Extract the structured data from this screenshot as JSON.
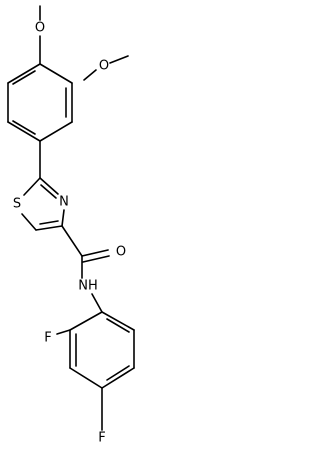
{
  "molecule": {
    "atom_labels": {
      "o_methoxy_top": "O",
      "o_methoxy_right": "O",
      "s_thiazole": "S",
      "n_thiazole": "N",
      "o_carbonyl": "O",
      "nh_amide": "NH",
      "f_ortho": "F",
      "f_para": "F"
    }
  }
}
